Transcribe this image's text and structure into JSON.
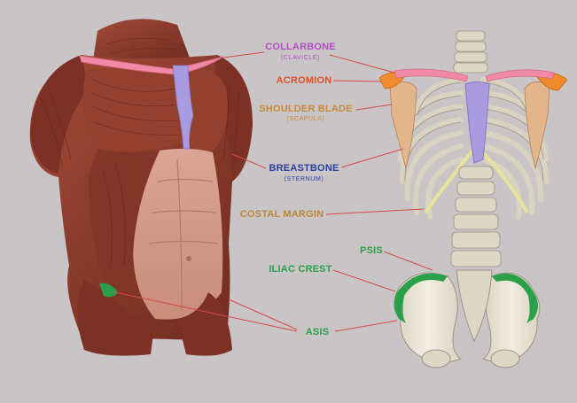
{
  "labels": {
    "collarbone": "COLLARBONE",
    "collarbone_sub": "(CLAVICLE)",
    "acromion": "ACROMION",
    "shoulder_blade": "SHOULDER BLADE",
    "shoulder_blade_sub": "(SCAPULA)",
    "breastbone": "BREASTBONE",
    "breastbone_sub": "(STERNUM)",
    "costal_margin": "COSTAL MARGIN",
    "psis": "PSIS",
    "iliac_crest": "ILIAC CREST",
    "asis": "ASIS"
  },
  "colors": {
    "background": "#c9c4c5",
    "collarbone": "#b24dc4",
    "acromion": "#e0502b",
    "shoulder_blade": "#c98a3e",
    "breastbone": "#2a3fa5",
    "costal_margin": "#b8893a",
    "iliac": "#2aa04a",
    "leader": "#d44a4a",
    "muscle": "#8e3a2c",
    "bone": "#e6e1d2",
    "clavicle_fill": "#f08aa6",
    "sternum_fill": "#a89be0"
  }
}
